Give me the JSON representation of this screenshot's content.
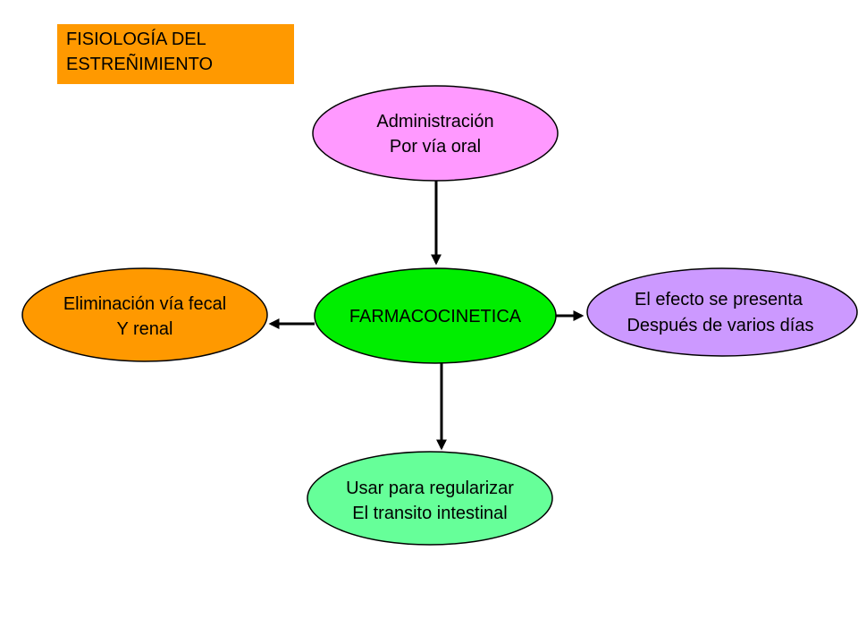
{
  "title": {
    "line1": "FISIOLOGÍA DEL",
    "line2": "ESTREÑIMIENTO",
    "color": "#ff9900"
  },
  "nodes": {
    "top": {
      "line1": "Administración",
      "line2": "Por vía oral",
      "color": "#ff99ff"
    },
    "center": {
      "label": "FARMACOCINETICA",
      "color": "#00ee00"
    },
    "left": {
      "line1": "Eliminación vía fecal",
      "line2": "Y renal",
      "color": "#ff9900"
    },
    "right": {
      "line1": "El efecto se presenta",
      "line2": "Después de varios días",
      "color": "#cc99ff"
    },
    "bottom": {
      "line1": "Usar para regularizar",
      "line2": "El transito intestinal",
      "color": "#66ff99"
    }
  },
  "edges": [
    {
      "from": "top",
      "to": "center"
    },
    {
      "from": "center",
      "to": "left"
    },
    {
      "from": "center",
      "to": "right"
    },
    {
      "from": "center",
      "to": "bottom"
    }
  ]
}
